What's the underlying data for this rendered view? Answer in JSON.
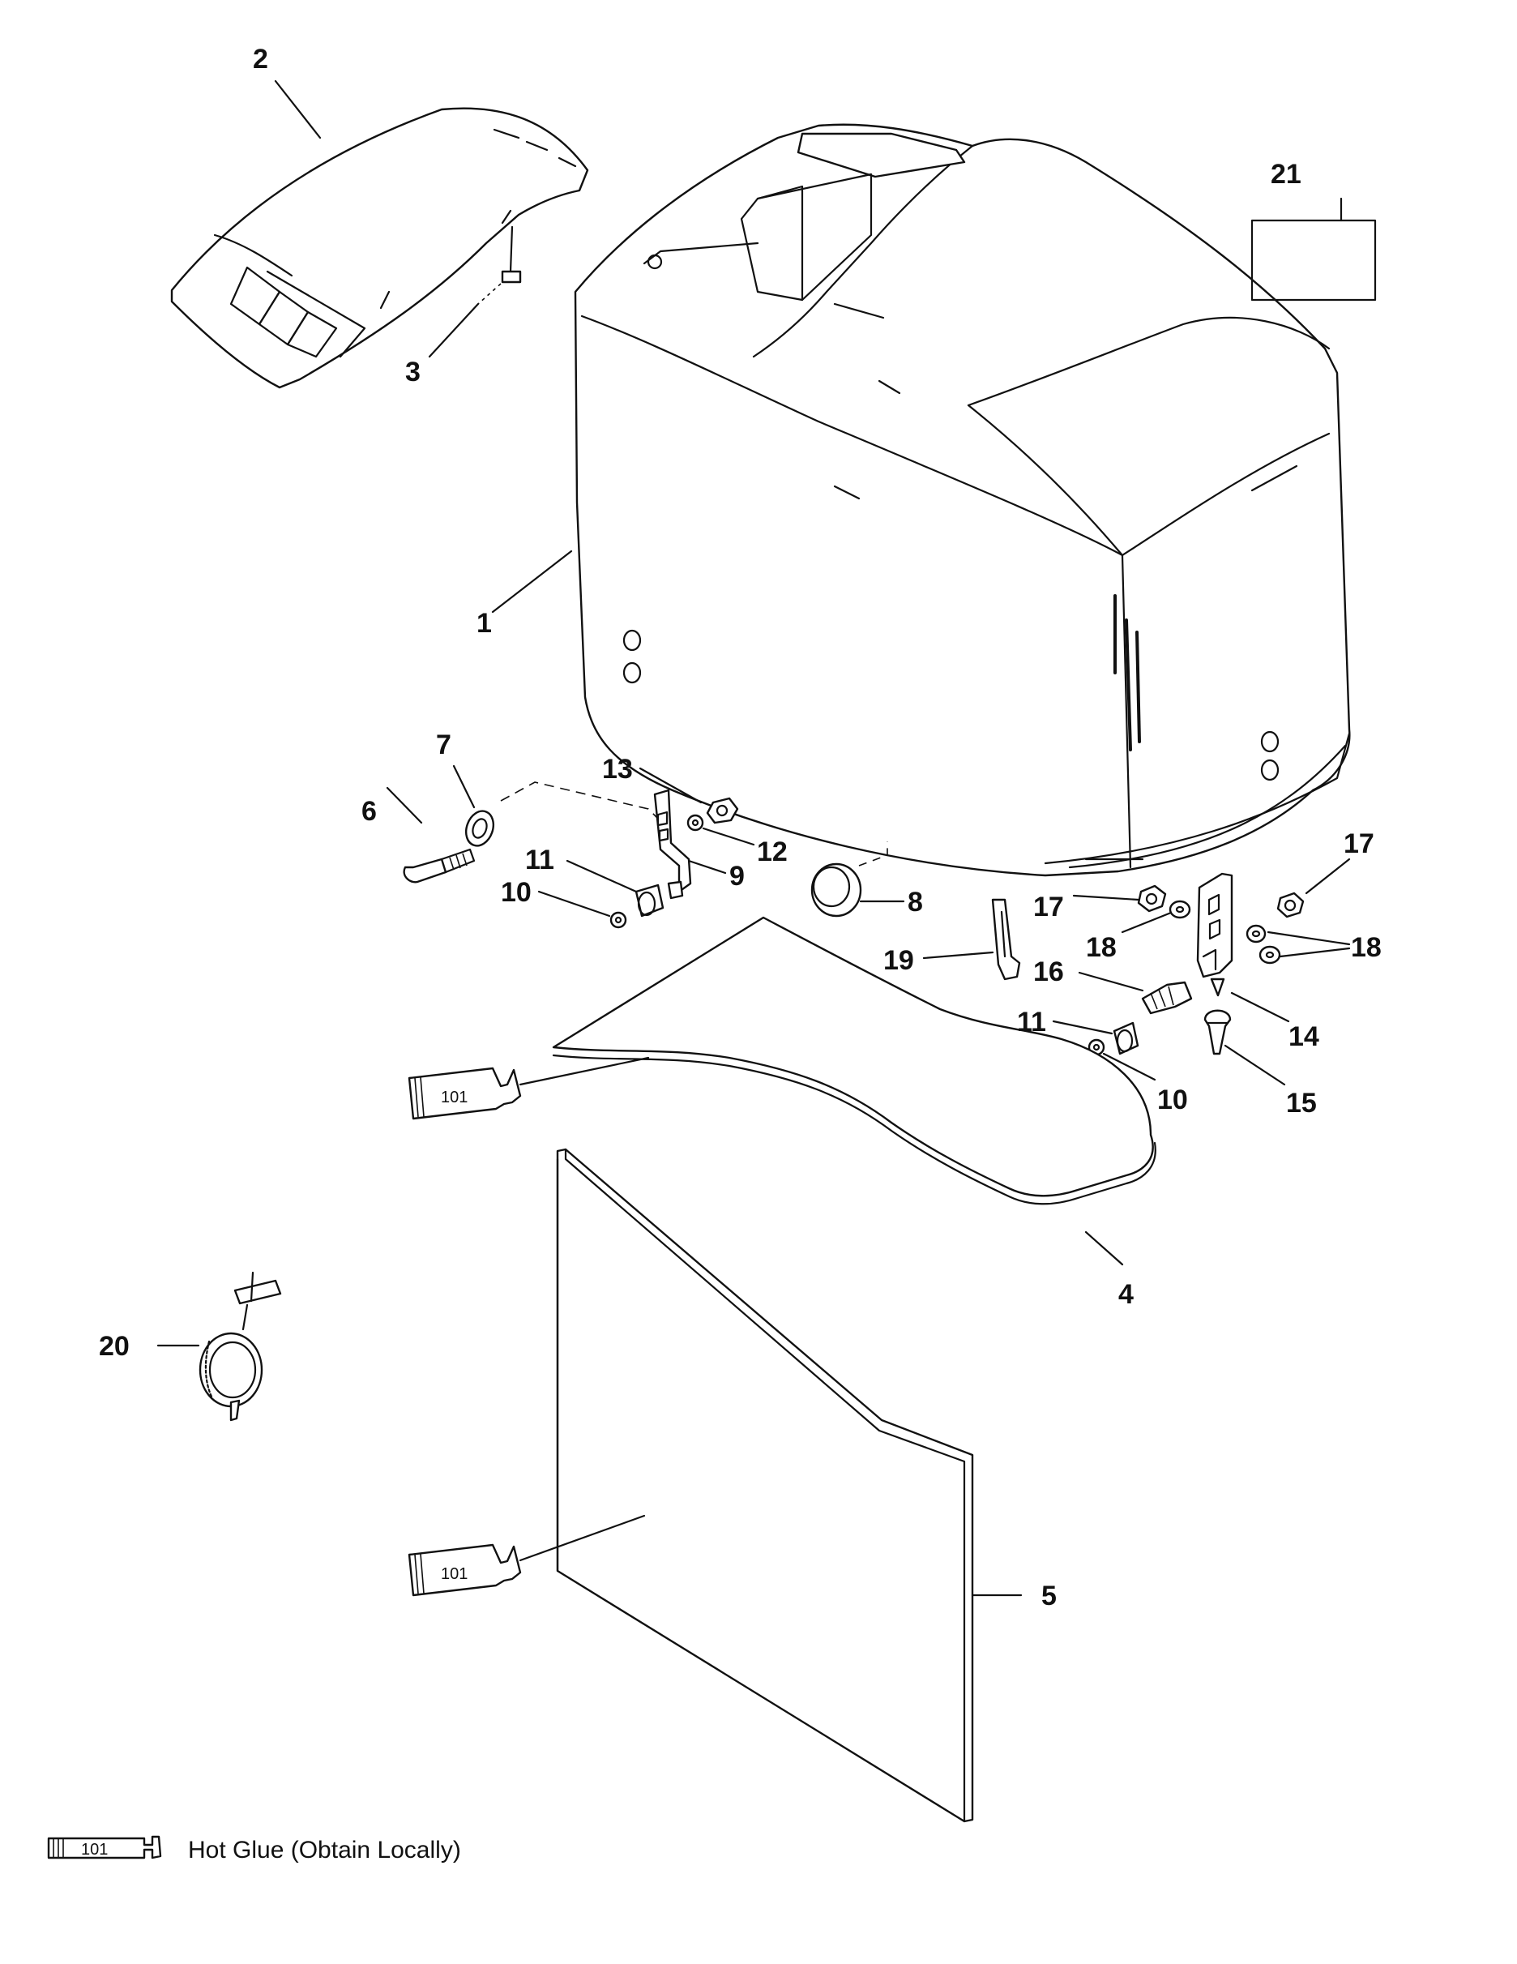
{
  "callouts": {
    "c1": "1",
    "c2": "2",
    "c3": "3",
    "c4": "4",
    "c5": "5",
    "c6": "6",
    "c7": "7",
    "c8": "8",
    "c9": "9",
    "c10a": "10",
    "c10b": "10",
    "c11a": "11",
    "c11b": "11",
    "c12": "12",
    "c13": "13",
    "c14": "14",
    "c15": "15",
    "c16": "16",
    "c17a": "17",
    "c17b": "17",
    "c18a": "18",
    "c18b": "18",
    "c19": "19",
    "c20": "20",
    "c21": "21"
  },
  "glue_tube_label": "101",
  "legend": {
    "code": "101",
    "text": "Hot Glue (Obtain Locally)"
  }
}
